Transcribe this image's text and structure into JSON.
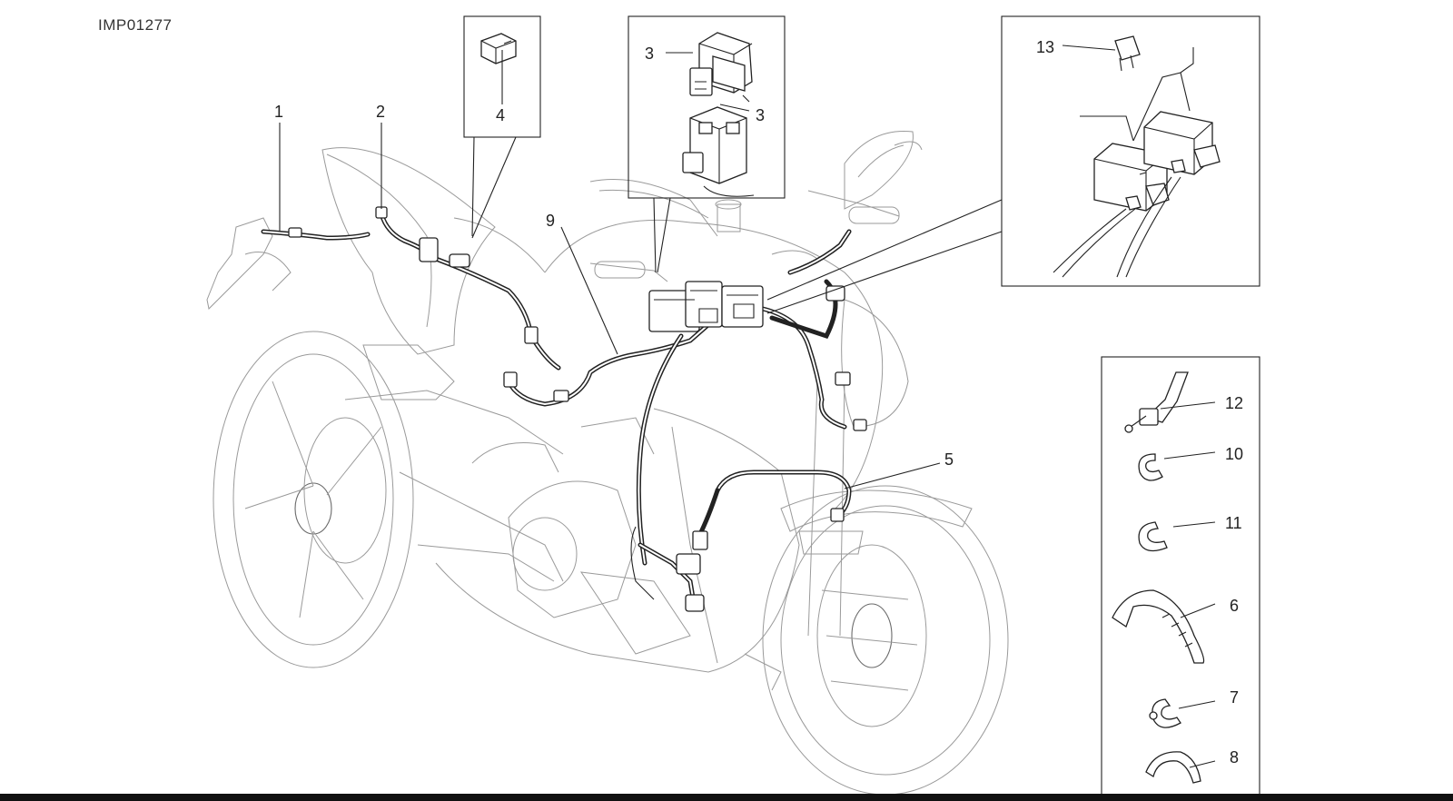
{
  "ref_code": "IMP01277",
  "callouts": {
    "c1": "1",
    "c2": "2",
    "c3a": "3",
    "c3b": "3",
    "c4": "4",
    "c5": "5",
    "c6": "6",
    "c7": "7",
    "c8": "8",
    "c9": "9",
    "c10": "10",
    "c11": "11",
    "c12": "12",
    "c13": "13"
  },
  "colors": {
    "line": "#222222",
    "outline": "#9a9a9a",
    "background": "#ffffff",
    "bottom_bar": "#111111"
  }
}
